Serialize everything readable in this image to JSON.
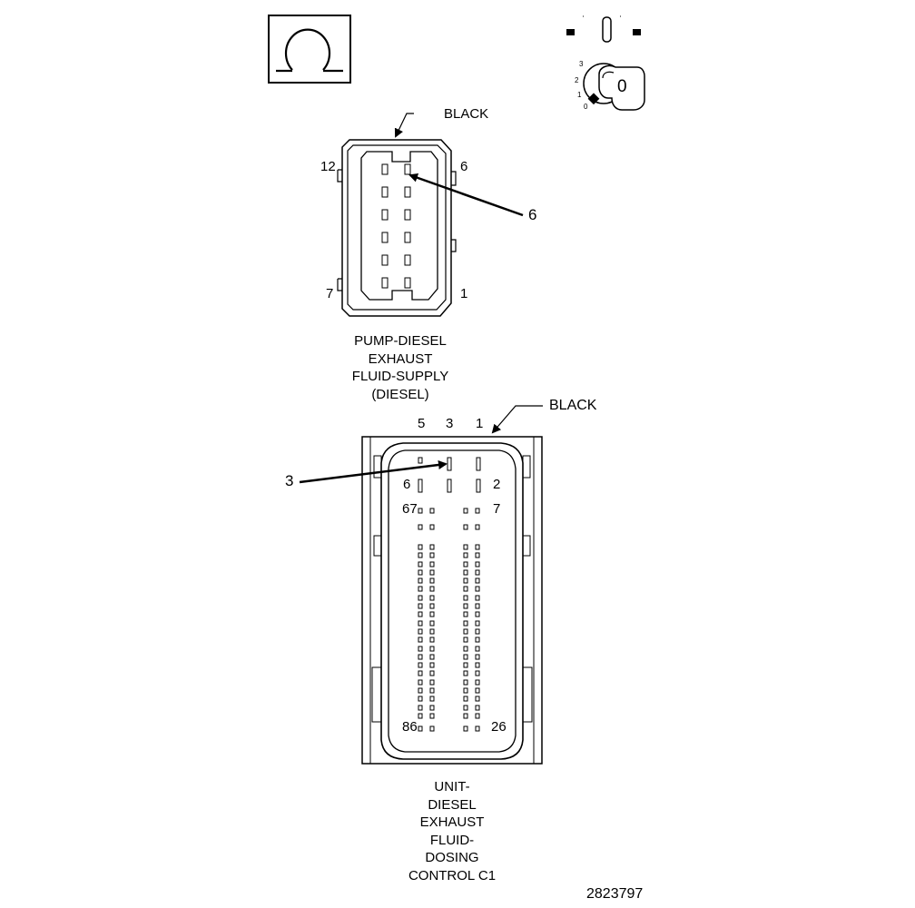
{
  "icons": {
    "meter": "ohmmeter-icon",
    "ignition": "ignition-key-off-icon"
  },
  "ignition_positions": [
    "3",
    "2",
    "1",
    "0"
  ],
  "ignition_key_label": "0",
  "connector_top": {
    "color_label": "BLACK",
    "pin_labels": {
      "top_left": "12",
      "top_right": "6",
      "bottom_left": "7",
      "bottom_right": "1"
    },
    "callout": "6",
    "title_lines": [
      "PUMP-DIESEL",
      "EXHAUST",
      "FLUID-SUPPLY",
      "(DIESEL)"
    ]
  },
  "connector_bottom": {
    "color_label": "BLACK",
    "top_pins": [
      "5",
      "3",
      "1"
    ],
    "pin_labels": {
      "row2_left": "6",
      "row2_right": "2",
      "row3_left": "67",
      "row3_right": "7",
      "bottom_left": "86",
      "bottom_right": "26"
    },
    "callout": "3",
    "title_lines": [
      "UNIT-",
      "DIESEL",
      "EXHAUST",
      "FLUID-",
      "DOSING",
      "CONTROL C1"
    ]
  },
  "figure_id": "2823797"
}
